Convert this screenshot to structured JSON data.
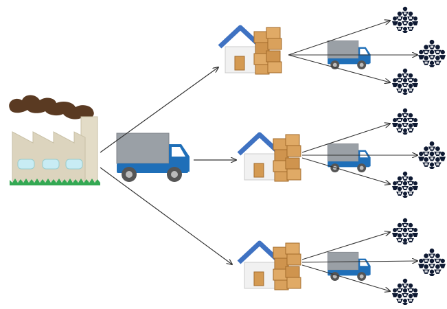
{
  "diagram": {
    "kind": "distribution-network",
    "source": {
      "icon": "factory-icon",
      "vehicle": "delivery-truck-icon"
    },
    "tiers": [
      {
        "name": "warehouses",
        "count": 3,
        "node_icon": "warehouse-with-boxes-icon",
        "outbound_vehicle": "delivery-truck-icon"
      },
      {
        "name": "customer-groups",
        "per_warehouse": 3,
        "node_icon": "crowd-icon"
      }
    ],
    "colors": {
      "truck_cargo": "#9aa0a6",
      "truck_cab": "#1f6fb8",
      "roof": "#3f72c2",
      "box": "#d49a52",
      "smoke": "#5a3a22",
      "factory_wall": "#dcd4be",
      "grass": "#34a853",
      "arrow": "#333333",
      "crowd": "#0f1a33"
    }
  }
}
